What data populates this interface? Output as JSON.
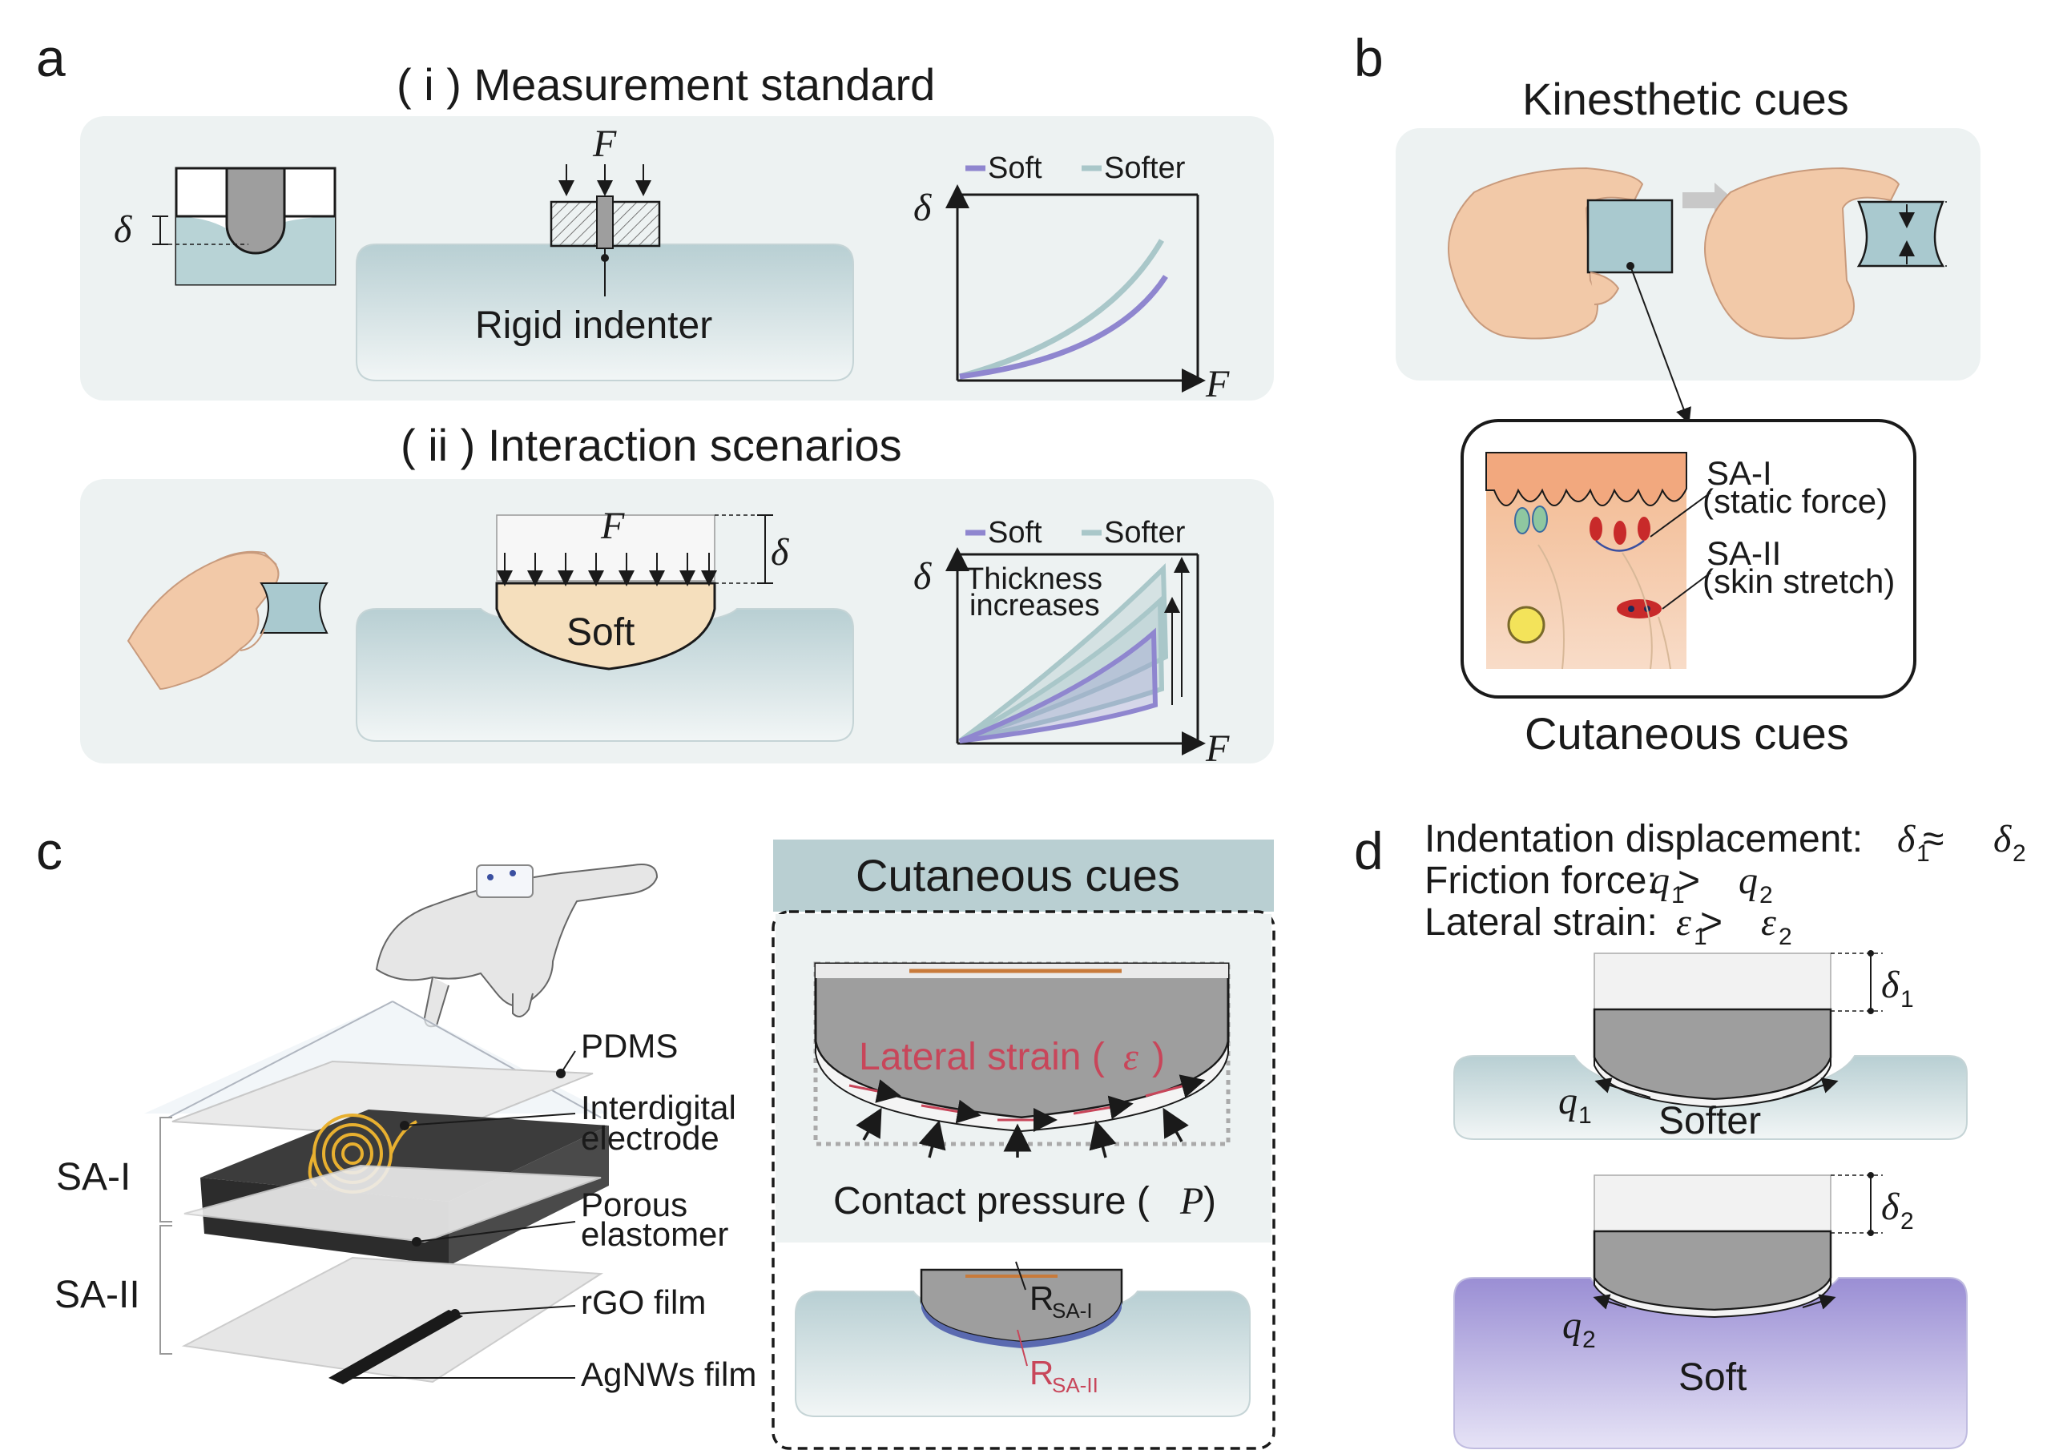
{
  "panels": {
    "a": {
      "letter": "a",
      "sub1_title": "( i ) Measurement standard",
      "sub2_title": "( ii ) Interaction scenarios",
      "delta": "δ",
      "force": "F",
      "rigid_indenter": "Rigid indenter",
      "soft_block": "Soft",
      "thickness_note_line1": "Thickness",
      "thickness_note_line2": "increases",
      "legend": [
        {
          "name": "Soft",
          "color": "#8f86cf"
        },
        {
          "name": "Softer",
          "color": "#a9c7c9"
        }
      ]
    },
    "b": {
      "letter": "b",
      "top_title": "Kinesthetic cues",
      "bottom_title": "Cutaneous cues",
      "sa1_line1": "SA-I",
      "sa1_line2": "(static force)",
      "sa2_line1": "SA-II",
      "sa2_line2": "(skin stretch)"
    },
    "c": {
      "letter": "c",
      "layers": {
        "pdms": "PDMS",
        "electrode_line1": "Interdigital",
        "electrode_line2": "electrode",
        "elastomer_line1": "Porous",
        "elastomer_line2": "elastomer",
        "rgo": "rGO film",
        "agnws": "AgNWs film"
      },
      "sa1": "SA-I",
      "sa2": "SA-II",
      "box_title": "Cutaneous cues",
      "lateral_strain": "Lateral strain (",
      "epsilon": "ε",
      "close_paren": ")",
      "contact_pressure": "Contact pressure (",
      "p_symbol": "P",
      "r_symbol": "R",
      "r_sa1_sub": "SA-I",
      "r_sa2_sub": "SA-II"
    },
    "d": {
      "letter": "d",
      "line1_label": "Indentation displacement: ",
      "line2_label": "Friction force: ",
      "line3_label": "Lateral strain: ",
      "delta": "δ",
      "q": "q",
      "epsilon": "ε",
      "approx": " ≈ ",
      "greater": " > ",
      "sub1": "1",
      "sub2": "2",
      "softer": "Softer",
      "soft": "Soft"
    }
  },
  "colors": {
    "panel_bg": "#edf2f2",
    "substrate_top": "#b8cfd3",
    "substrate_bottom": "#eef3f4",
    "soft_substrate": "#9a8ed4",
    "sensor_gray": "#9e9e9e",
    "block_tan": "#f5dfbd",
    "skin": "#f2c9a8",
    "accent_red": "#c8465a"
  }
}
